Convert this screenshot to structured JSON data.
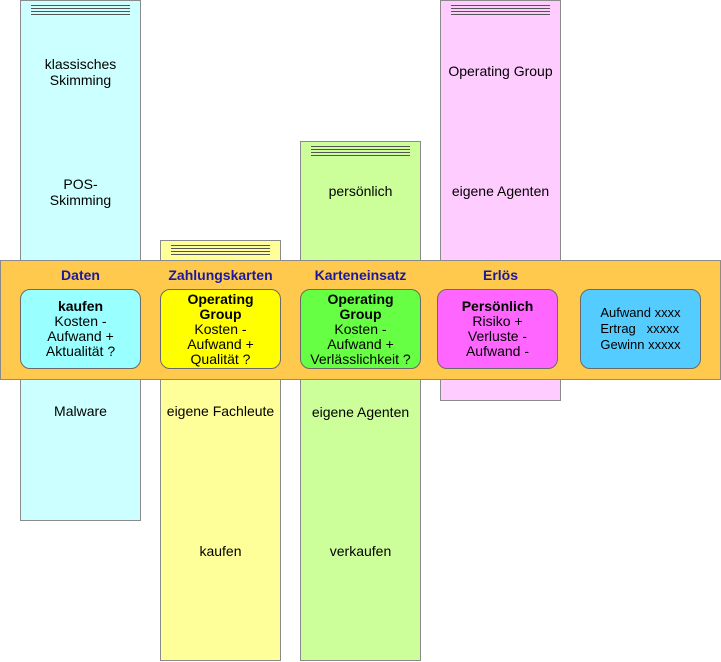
{
  "columns": {
    "daten": {
      "color": "#ccffff",
      "texts": [
        "klassisches\nSkimming",
        "POS-\nSkimming",
        "Malware"
      ]
    },
    "zahlungskarten": {
      "color": "#ffff99",
      "texts": [
        "eigene Fachleute",
        "kaufen"
      ]
    },
    "karteneinsatz": {
      "color": "#ccff99",
      "texts": [
        "persönlich",
        "eigene Agenten",
        "verkaufen"
      ]
    },
    "erloes": {
      "color": "#ffccff",
      "texts": [
        "Operating Group",
        "eigene Agenten"
      ]
    }
  },
  "band": {
    "color": "#ffc94d",
    "headers": [
      "Daten",
      "Zahlungskarten",
      "Karteneinsatz",
      "Erlös"
    ],
    "header_color": "#1a1aa0"
  },
  "cards": [
    {
      "title": "kaufen",
      "body": "Kosten -\nAufwand +\nAktualität ?",
      "color": "#99ffff"
    },
    {
      "title": "Operating\nGroup",
      "body": "Kosten -\nAufwand +\nQualität ?",
      "color": "#ffff00"
    },
    {
      "title": "Operating\nGroup",
      "body": "Kosten -\nAufwand +\nVerlässlichkeit ?",
      "color": "#66ff44"
    },
    {
      "title": "Persönlich",
      "body": "Risiko +\nVerluste -\nAufwand -",
      "color": "#ff66ff"
    }
  ],
  "summary": {
    "color": "#55ccff",
    "lines": [
      "Aufwand xxxx",
      "Ertrag   xxxxx",
      "Gewinn xxxxx"
    ]
  }
}
